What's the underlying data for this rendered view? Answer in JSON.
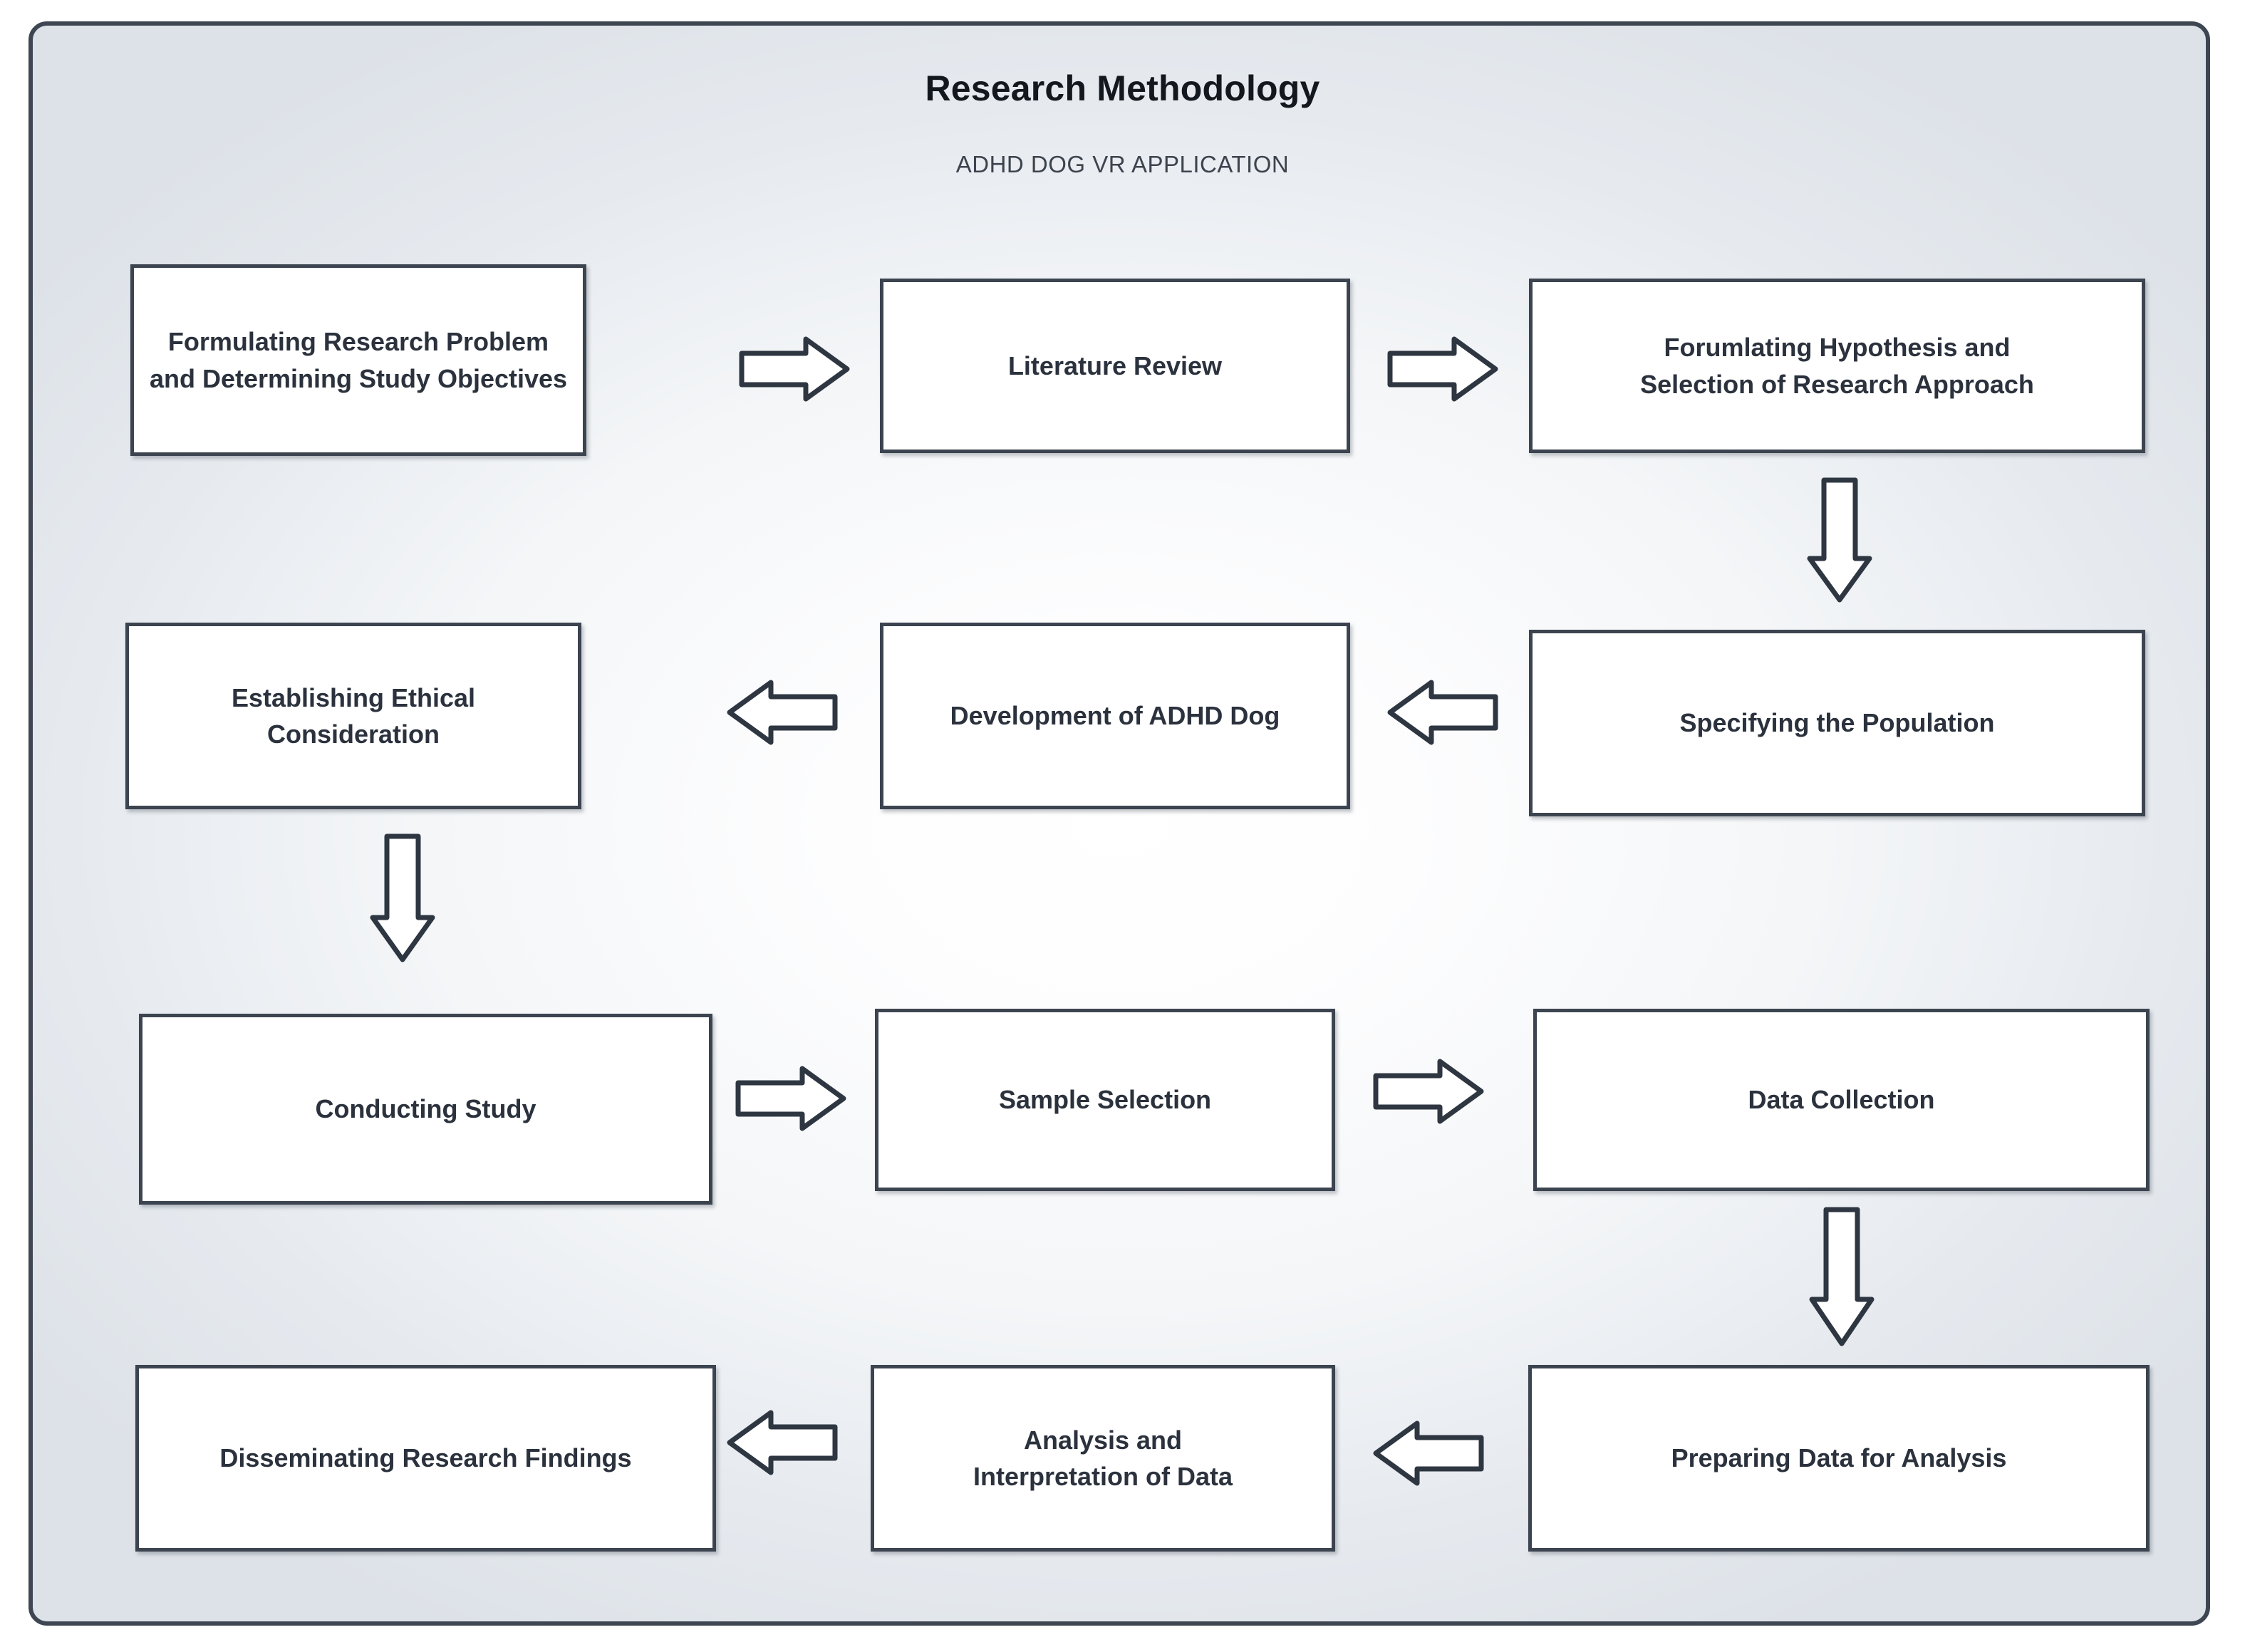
{
  "diagram": {
    "title": "Research Methodology",
    "subtitle": "ADHD DOG VR APPLICATION",
    "colors": {
      "border": "#3c4450",
      "node_fill": "#ffffff",
      "text": "#2b323d",
      "title_text": "#13181f",
      "panel_edge": "#dde2e8",
      "panel_center": "#ffffff"
    },
    "nodes": [
      {
        "id": "n1",
        "label": "Formulating Research Problem\nand Determining Study Objectives",
        "line1": "Formulating Research Problem",
        "line2": "and Determining Study Objectives",
        "row": 1,
        "col": 1
      },
      {
        "id": "n2",
        "label": "Literature Review",
        "line1": "Literature Review",
        "line2": "",
        "row": 1,
        "col": 2
      },
      {
        "id": "n3",
        "label": "Forumlating Hypothesis and\nSelection of Research Approach",
        "line1": "Forumlating Hypothesis and",
        "line2": "Selection of Research Approach",
        "row": 1,
        "col": 3
      },
      {
        "id": "n4",
        "label": "Establishing Ethical Consideration",
        "line1": "Establishing Ethical Consideration",
        "line2": "",
        "row": 2,
        "col": 1
      },
      {
        "id": "n5",
        "label": "Development of ADHD Dog",
        "line1": "Development of ADHD Dog",
        "line2": "",
        "row": 2,
        "col": 2
      },
      {
        "id": "n6",
        "label": "Specifying the Population",
        "line1": "Specifying the Population",
        "line2": "",
        "row": 2,
        "col": 3
      },
      {
        "id": "n7",
        "label": "Conducting Study",
        "line1": "Conducting Study",
        "line2": "",
        "row": 3,
        "col": 1
      },
      {
        "id": "n8",
        "label": "Sample Selection",
        "line1": "Sample Selection",
        "line2": "",
        "row": 3,
        "col": 2
      },
      {
        "id": "n9",
        "label": "Data Collection",
        "line1": "Data Collection",
        "line2": "",
        "row": 3,
        "col": 3
      },
      {
        "id": "n10",
        "label": "Disseminating Research Findings",
        "line1": "Disseminating Research Findings",
        "line2": "",
        "row": 4,
        "col": 1
      },
      {
        "id": "n11",
        "label": "Analysis and\nInterpretation of Data",
        "line1": "Analysis and",
        "line2": "Interpretation of Data",
        "row": 4,
        "col": 2
      },
      {
        "id": "n12",
        "label": "Preparing Data for Analysis",
        "line1": "Preparing Data for Analysis",
        "line2": "",
        "row": 4,
        "col": 3
      }
    ],
    "connectors": [
      {
        "id": "a1",
        "from": "n1",
        "to": "n2",
        "direction": "right"
      },
      {
        "id": "a2",
        "from": "n2",
        "to": "n3",
        "direction": "right"
      },
      {
        "id": "a3",
        "from": "n3",
        "to": "n6",
        "direction": "down"
      },
      {
        "id": "a4",
        "from": "n6",
        "to": "n5",
        "direction": "left"
      },
      {
        "id": "a5",
        "from": "n5",
        "to": "n4",
        "direction": "left"
      },
      {
        "id": "a6",
        "from": "n4",
        "to": "n7",
        "direction": "down"
      },
      {
        "id": "a7",
        "from": "n7",
        "to": "n8",
        "direction": "right"
      },
      {
        "id": "a8",
        "from": "n8",
        "to": "n9",
        "direction": "right"
      },
      {
        "id": "a9",
        "from": "n9",
        "to": "n12",
        "direction": "down"
      },
      {
        "id": "a10",
        "from": "n12",
        "to": "n11",
        "direction": "left"
      },
      {
        "id": "a11",
        "from": "n11",
        "to": "n10",
        "direction": "left"
      }
    ]
  }
}
